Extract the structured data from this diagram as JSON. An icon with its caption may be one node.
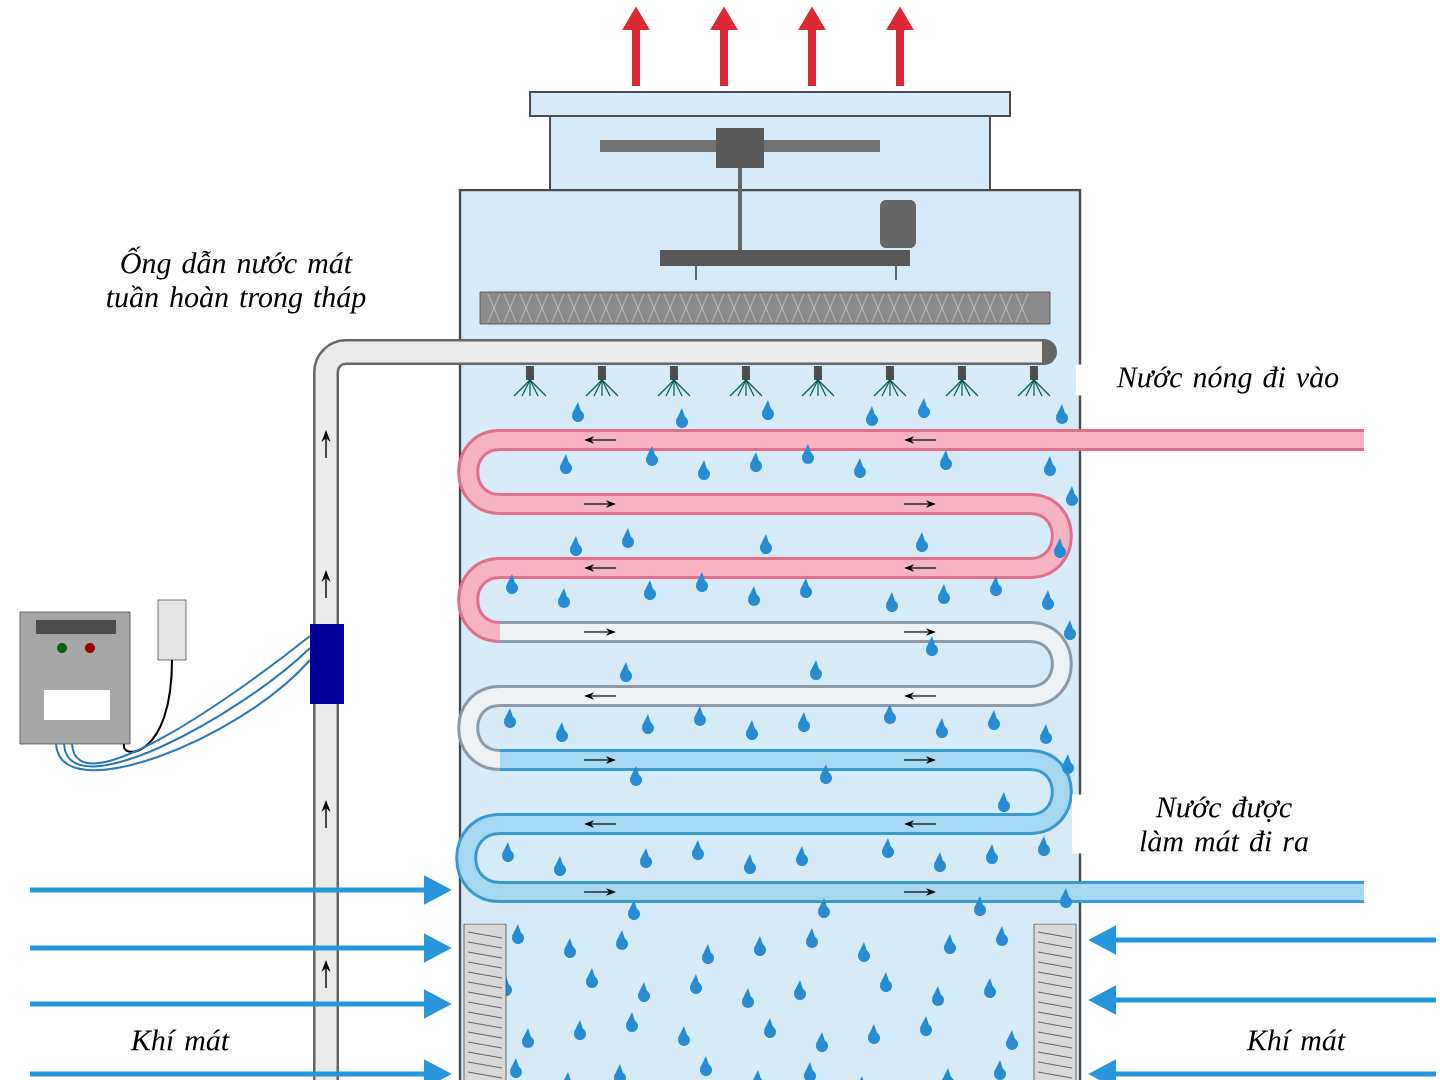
{
  "diagram": {
    "labels": [
      "Ống dẫn nước mát tuần hoàn trong tháp",
      "Nước nóng đi vào",
      "Nước được làm mát đi ra",
      "Khí mát",
      "Khí mát"
    ]
  }
}
